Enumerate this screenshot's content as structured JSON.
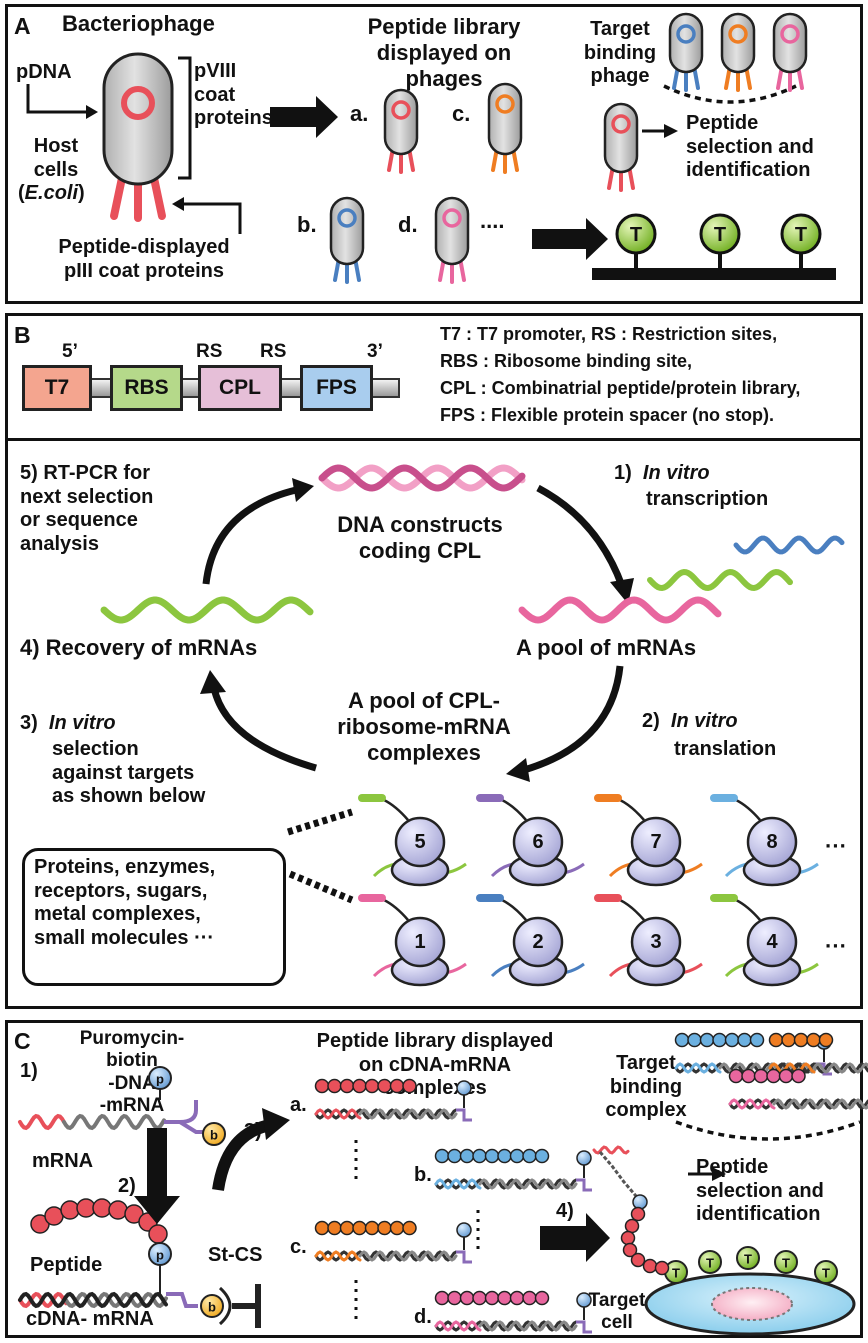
{
  "panel_a": {
    "label": "A",
    "title": "Bacteriophage",
    "pdna": "pDNA",
    "host": "Host\ncells",
    "ecoli": "E.coli",
    "pviii": "pVIII\ncoat\nproteins",
    "piii": "Peptide-displayed\npIII coat proteins",
    "library_title": "Peptide library\ndisplayed on phages",
    "phage_letters": [
      "a.",
      "c.",
      "b.",
      "d."
    ],
    "dots": "....",
    "target_binding": "Target\nbinding\nphage",
    "selection": "Peptide\nselection and\nidentification",
    "target_letter": "T"
  },
  "panel_b": {
    "label": "B",
    "construct": {
      "five": "5’",
      "three": "3’",
      "rs1": "RS",
      "rs2": "RS",
      "boxes": [
        "T7",
        "RBS",
        "CPL",
        "FPS"
      ]
    },
    "legend": [
      "T7 : T7 promoter, RS : Restriction sites,",
      "RBS : Ribosome binding site,",
      "CPL : Combinatrial peptide/protein library,",
      "FPS : Flexible protein spacer (no stop)."
    ],
    "step5": "5)  RT-PCR for\n     next selection\n     or sequence\n     analysis",
    "dna_label": "DNA constructs\ncoding CPL",
    "step1_num": "1)",
    "step1_italic": "In vitro",
    "step1_rest": "transcription",
    "pool_mrna": "A pool of mRNAs",
    "step4": "4)  Recovery of mRNAs",
    "complex_pool": "A pool of CPL-\nribosome-mRNA\ncomplexes",
    "step2_num": "2)",
    "step2_italic": "In vitro",
    "step2_rest": "translation",
    "step3_num": "3)",
    "step3_italic": "In vitro",
    "step3_rest": "selection\nagainst targets\nas shown below",
    "targets": "Proteins, enzymes,\nreceptors, sugars,\nmetal complexes,\nsmall molecules ···",
    "ribosomes_top": [
      "5",
      "6",
      "7",
      "8"
    ],
    "ribosomes_bottom": [
      "1",
      "2",
      "3",
      "4"
    ],
    "ellipsis": "···"
  },
  "panel_c": {
    "label": "C",
    "puro": "Puromycin-biotin\n-DNA\n-mRNA",
    "step1": "1)",
    "mrna": "mRNA",
    "step2": "2)",
    "step3": "3)",
    "step4": "4)",
    "peptide": "Peptide",
    "stcs": "St-CS",
    "cdna": "cDNA- mRNA",
    "library_title": "Peptide library displayed\non cDNA-mRNA\ncomplexes",
    "letters": [
      "a.",
      "b.",
      "c.",
      "d."
    ],
    "target_complex": "Target\nbinding\ncomplex",
    "selection": "Peptide\nselection and\nidentification",
    "target_cell": "Target\ncell",
    "p": "p",
    "b": "b",
    "t": "T"
  },
  "colors": {
    "red": "#e8505a",
    "blue": "#4a7fc0",
    "orange": "#ef7d22",
    "pink": "#e8669e",
    "green": "#8cc63f",
    "purple": "#8a6bb8",
    "light_blue": "#6bb0e0",
    "t7": "#f4a58f",
    "rbs": "#b5d98a",
    "cpl": "#e6bfd8",
    "fps": "#a9cdee",
    "ribosome": "#c4c4e8",
    "cell": "#9fd6ef"
  }
}
